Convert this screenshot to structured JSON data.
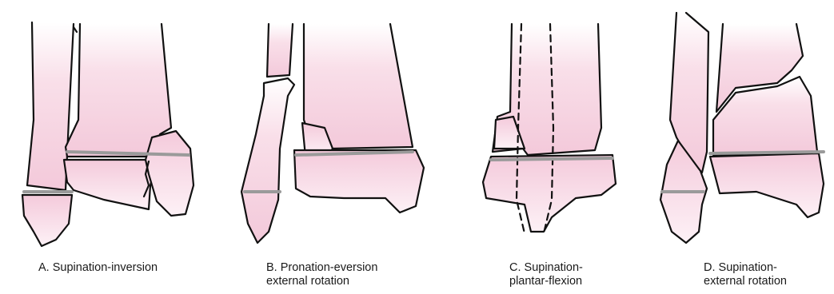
{
  "panels": [
    {
      "id": "A",
      "caption_line1": "A. Supination-inversion",
      "caption_line2": ""
    },
    {
      "id": "B",
      "caption_line1": "B. Pronation-eversion",
      "caption_line2": "external rotation"
    },
    {
      "id": "C",
      "caption_line1": "C. Supination-",
      "caption_line2": "plantar-flexion"
    },
    {
      "id": "D",
      "caption_line1": "D. Supination-",
      "caption_line2": "external rotation"
    }
  ],
  "colors": {
    "bone_fill": "#f7d6e4",
    "bone_fill_light": "#fdeef4",
    "outline": "#111111",
    "joint_line": "#9a9a9a",
    "background": "#ffffff"
  }
}
